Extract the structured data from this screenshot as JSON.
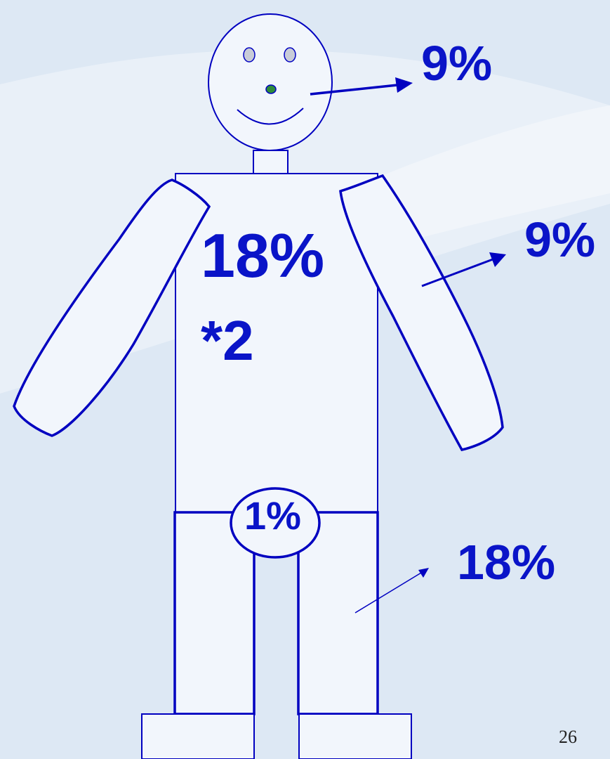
{
  "labels": {
    "head": "9%",
    "arm": "9%",
    "trunk_value": "18%",
    "trunk_multiplier": "*2",
    "groin": "1%",
    "leg": "18%"
  },
  "page_number": "26",
  "colors": {
    "background": "#dde8f4",
    "outline": "#0000c0",
    "label": "#0a14c8",
    "fill": "#f2f6fc",
    "eyes": "#c8ccd8",
    "nose": "#2e8b3a"
  }
}
